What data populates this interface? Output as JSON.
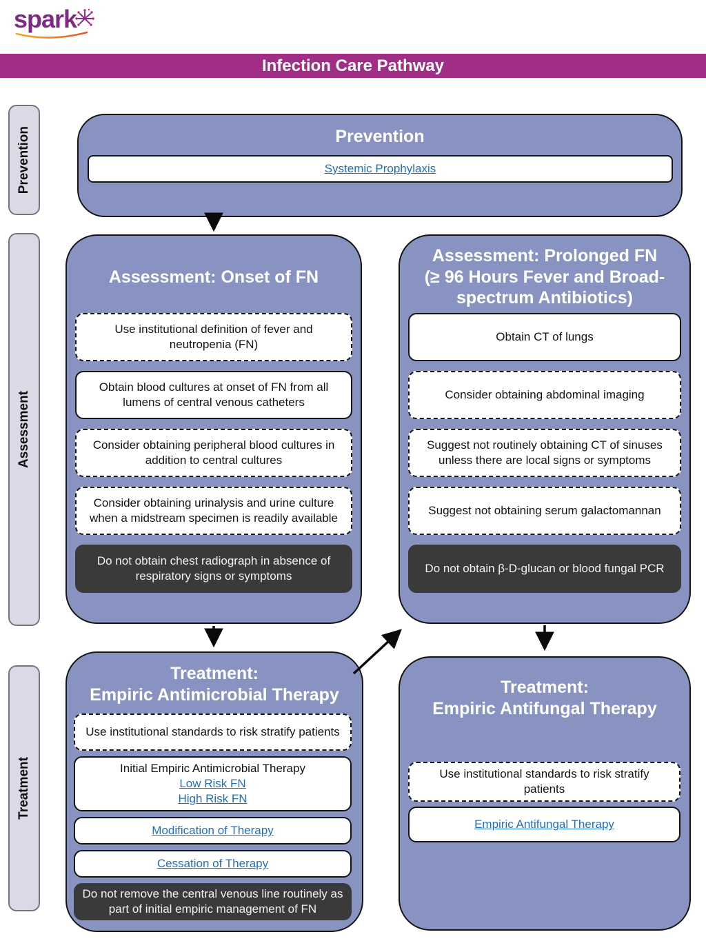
{
  "logo": {
    "text": "spark",
    "icon": "starburst-firework-icon"
  },
  "banner": {
    "title": "Infection Care Pathway"
  },
  "sidebar": {
    "items": [
      {
        "label": "Prevention"
      },
      {
        "label": "Assessment"
      },
      {
        "label": "Treatment"
      }
    ]
  },
  "prevention": {
    "title_lines": [
      "Prevention"
    ],
    "items": [
      {
        "style": "solid",
        "link": "Systemic Prophylaxis"
      }
    ]
  },
  "assessment_onset": {
    "title_lines": [
      "Assessment: Onset of FN"
    ],
    "items": [
      {
        "style": "dashed",
        "text": "Use institutional definition of fever and neutropenia (FN)"
      },
      {
        "style": "solid",
        "text": "Obtain blood cultures at onset of FN from all lumens of central venous catheters"
      },
      {
        "style": "dashed",
        "text": "Consider obtaining peripheral blood cultures in addition to central cultures"
      },
      {
        "style": "dashed",
        "text": "Consider obtaining urinalysis and urine culture when a midstream specimen is readily available"
      },
      {
        "style": "dark",
        "text": "Do not obtain chest radiograph in absence of respiratory signs or symptoms"
      }
    ]
  },
  "assessment_prolonged": {
    "title_lines": [
      "Assessment: Prolonged FN",
      "(≥ 96 Hours Fever and Broad-",
      "spectrum Antibiotics)"
    ],
    "items": [
      {
        "style": "solid",
        "text": "Obtain CT of lungs"
      },
      {
        "style": "dashed",
        "text": "Consider obtaining abdominal imaging"
      },
      {
        "style": "dashed",
        "text": "Suggest not routinely obtaining CT of sinuses unless there are local signs or symptoms"
      },
      {
        "style": "dashed",
        "text": "Suggest not obtaining serum galactomannan"
      },
      {
        "style": "dark",
        "text": "Do not obtain β-D-glucan or blood fungal PCR"
      }
    ]
  },
  "treatment_antimicrobial": {
    "title_lines": [
      "Treatment:",
      "Empiric Antimicrobial Therapy"
    ],
    "items": [
      {
        "style": "dashed",
        "text": "Use institutional standards to risk stratify patients"
      },
      {
        "style": "solid",
        "text": "Initial Empiric Antimicrobial Therapy",
        "links": [
          "Low Risk FN",
          "High Risk FN"
        ]
      },
      {
        "style": "solid",
        "link": "Modification of Therapy"
      },
      {
        "style": "solid",
        "link": "Cessation of Therapy"
      },
      {
        "style": "dark",
        "text": "Do not remove the central venous line routinely as part of initial empiric management of FN"
      }
    ]
  },
  "treatment_antifungal": {
    "title_lines": [
      "Treatment:",
      "Empiric Antifungal Therapy"
    ],
    "items": [
      {
        "style": "dashed",
        "text": "Use institutional standards to risk stratify patients"
      },
      {
        "style": "solid",
        "link": "Empiric Antifungal Therapy"
      }
    ]
  },
  "colors": {
    "banner_bg": "#A12E86",
    "node_fill": "#8893C2",
    "dark_fill": "#3A3A3A",
    "link": "#1F6FC1",
    "sidebar_fill": "#D9DAE5",
    "logo_purple": "#7E2B85"
  }
}
